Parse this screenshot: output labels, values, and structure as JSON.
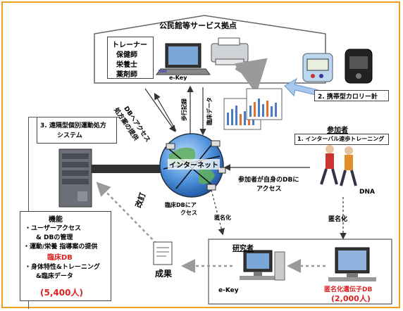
{
  "service_center": {
    "title": "公民館等サービス拠点",
    "staff": [
      "トレーナー",
      "保健師",
      "栄養士",
      "薬剤師"
    ],
    "ekey_label": "e-Key"
  },
  "portable_meter": {
    "label": "2. 携帯型カロリー計"
  },
  "arrows": {
    "db_access": "DBへアクセス",
    "prescription": "処方案の提供",
    "steps": "歩行記録",
    "clinical_data": "臨床データ"
  },
  "system_box": {
    "title_line1": "3. 遠隔型個別運動処方",
    "title_line2": "システム"
  },
  "functions": {
    "heading": "機能",
    "items": [
      "・ユーザーアクセス",
      "& DBの管理",
      "・運動/栄養 指導案の提供"
    ],
    "db_title": "臨床DB",
    "db_items": [
      "・身体特性&トレーニング",
      "&臨床データ"
    ],
    "count": "(5,400人)"
  },
  "globe": {
    "label": "インターネット",
    "clinical_access_line1": "臨床DBにア",
    "clinical_access_line2": "クセス",
    "anonymize": "匿名化"
  },
  "participants": {
    "heading": "参加者",
    "training": "1. インターバル速歩トレーニング",
    "access_line1": "参加者が自身のDBに",
    "access_line2": "アクセス",
    "dna": "DNA",
    "anonymize": "匿名化"
  },
  "research": {
    "title": "研究者",
    "ekey_label": "e-Key",
    "db_title": "匿名化遺伝子DB",
    "db_count": "(2,000人)"
  },
  "results": {
    "label": "成果"
  },
  "improvement": {
    "label": "改訂"
  },
  "colors": {
    "frame": "#f0a020",
    "red": "#dd2222",
    "band": "#303030",
    "arrow_gray": "#a0a0a0"
  }
}
